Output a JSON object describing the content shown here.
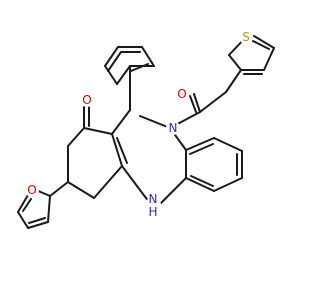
{
  "molecule": {
    "atom_labels": {
      "sulfur": "S",
      "ketone_oxygen": "O",
      "ring_nitrogen": "N",
      "ring_nh": "N",
      "ring_nh_hydrogen": "H",
      "acyl_oxygen": "O",
      "furan_oxygen": "O"
    },
    "colors": {
      "bond": "#1a1a1a",
      "oxygen": "#e00000",
      "nitrogen": "#2b2bcc",
      "sulfur": "#b3a100"
    }
  }
}
